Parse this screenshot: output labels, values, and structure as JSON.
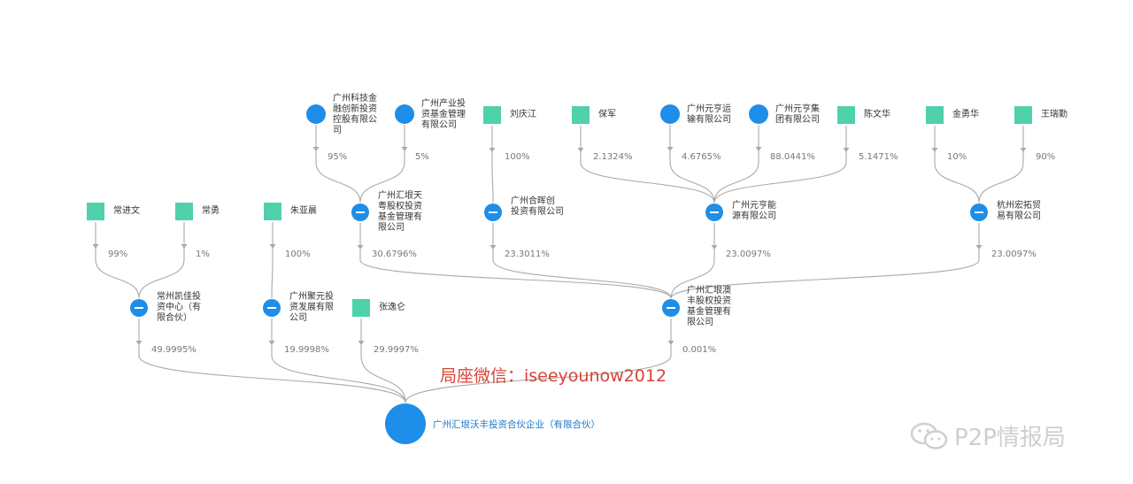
{
  "root": "广州汇垠沃丰投资合伙企业（有限合伙）",
  "nodes": [
    {
      "id": "kejijin",
      "label": "广州科技金\n融创新投资\n控股有限公\n司"
    },
    {
      "id": "chanye",
      "label": "广州产业投\n资基金管理\n有限公司"
    },
    {
      "id": "liuqingjiang",
      "label": "刘庆江"
    },
    {
      "id": "baojun",
      "label": "保军"
    },
    {
      "id": "yuanheng_yunshu",
      "label": "广州元亨运\n输有限公司"
    },
    {
      "id": "yuanheng_jituan",
      "label": "广州元亨集\n团有限公司"
    },
    {
      "id": "chenwenhua",
      "label": "陈文华"
    },
    {
      "id": "jinyonghua",
      "label": "金勇华"
    },
    {
      "id": "wangruiqin",
      "label": "王瑞勤"
    },
    {
      "id": "changjinwen",
      "label": "常进文"
    },
    {
      "id": "changyong",
      "label": "常勇"
    },
    {
      "id": "zhuyachen",
      "label": "朱亚晨"
    },
    {
      "id": "huiyin_tianyue",
      "label": "广州汇垠天\n粤股权投资\n基金管理有\n限公司"
    },
    {
      "id": "hehuichuang",
      "label": "广州合晖创\n投资有限公司"
    },
    {
      "id": "yuanheng_nengyuan",
      "label": "广州元亨能\n源有限公司"
    },
    {
      "id": "hongtuo",
      "label": "杭州宏拓贸\n易有限公司"
    },
    {
      "id": "kaijia",
      "label": "常州凯佳投\n资中心（有\n限合伙）"
    },
    {
      "id": "juyuan",
      "label": "广州聚元投\n资发展有限\n公司"
    },
    {
      "id": "zhangyilun",
      "label": "张逸仑"
    },
    {
      "id": "huiyin_aofeng",
      "label": "广州汇垠澳\n丰股权投资\n基金管理有\n限公司"
    }
  ],
  "edges": [
    {
      "from": "kejijin",
      "to": "huiyin_tianyue",
      "pct": "95%"
    },
    {
      "from": "chanye",
      "to": "huiyin_tianyue",
      "pct": "5%"
    },
    {
      "from": "liuqingjiang",
      "to": "hehuichuang",
      "pct": "100%"
    },
    {
      "from": "baojun",
      "to": "yuanheng_nengyuan",
      "pct": "2.1324%"
    },
    {
      "from": "yuanheng_yunshu",
      "to": "yuanheng_nengyuan",
      "pct": "4.6765%"
    },
    {
      "from": "yuanheng_jituan",
      "to": "yuanheng_nengyuan",
      "pct": "88.0441%"
    },
    {
      "from": "chenwenhua",
      "to": "yuanheng_nengyuan",
      "pct": "5.1471%"
    },
    {
      "from": "jinyonghua",
      "to": "hongtuo",
      "pct": "10%"
    },
    {
      "from": "wangruiqin",
      "to": "hongtuo",
      "pct": "90%"
    },
    {
      "from": "changjinwen",
      "to": "kaijia",
      "pct": "99%"
    },
    {
      "from": "changyong",
      "to": "kaijia",
      "pct": "1%"
    },
    {
      "from": "zhuyachen",
      "to": "juyuan",
      "pct": "100%"
    },
    {
      "from": "huiyin_tianyue",
      "to": "huiyin_aofeng",
      "pct": "30.6796%"
    },
    {
      "from": "hehuichuang",
      "to": "huiyin_aofeng",
      "pct": "23.3011%"
    },
    {
      "from": "yuanheng_nengyuan",
      "to": "huiyin_aofeng",
      "pct": "23.0097%"
    },
    {
      "from": "hongtuo",
      "to": "huiyin_aofeng",
      "pct": "23.0097%"
    },
    {
      "from": "kaijia",
      "to": "root",
      "pct": "49.9995%"
    },
    {
      "from": "juyuan",
      "to": "root",
      "pct": "19.9998%"
    },
    {
      "from": "zhangyilun",
      "to": "root",
      "pct": "29.9997%"
    },
    {
      "from": "huiyin_aofeng",
      "to": "root",
      "pct": "0.001%"
    }
  ],
  "watermark": "局座微信：iseeyounow2012",
  "brand": "P2P情报局",
  "colors": {
    "company": "#1e8ee8",
    "person": "#4fd1ab",
    "edge": "#a9a9a9",
    "watermark": "#d8433a"
  }
}
